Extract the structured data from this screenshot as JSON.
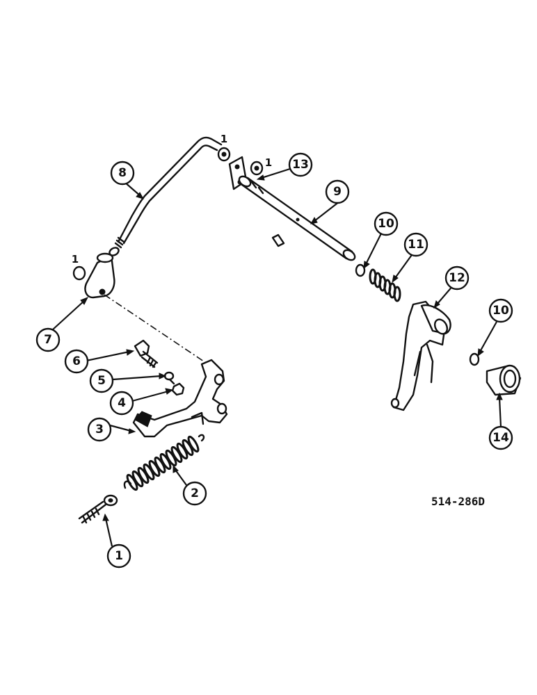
{
  "diagram": {
    "reference_code": "514-286D",
    "callouts": [
      {
        "id": "1",
        "label": "1"
      },
      {
        "id": "2",
        "label": "2"
      },
      {
        "id": "3",
        "label": "3"
      },
      {
        "id": "4",
        "label": "4"
      },
      {
        "id": "5",
        "label": "5"
      },
      {
        "id": "6",
        "label": "6"
      },
      {
        "id": "7",
        "label": "7"
      },
      {
        "id": "8",
        "label": "8"
      },
      {
        "id": "9",
        "label": "9"
      },
      {
        "id": "10a",
        "label": "10"
      },
      {
        "id": "10b",
        "label": "10"
      },
      {
        "id": "11",
        "label": "11"
      },
      {
        "id": "12",
        "label": "12"
      },
      {
        "id": "13",
        "label": "13"
      },
      {
        "id": "14",
        "label": "14"
      }
    ],
    "small_labels": [
      "1",
      "1",
      "1"
    ]
  }
}
